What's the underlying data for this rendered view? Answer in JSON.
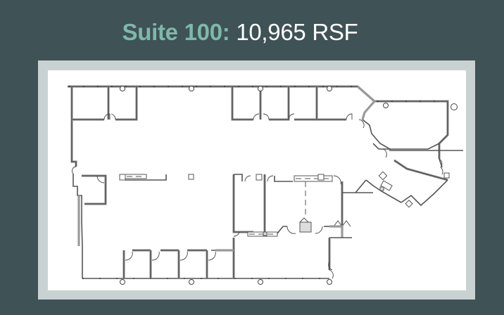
{
  "heading": {
    "suite_label": "Suite 100:",
    "area_label": "10,965 RSF"
  },
  "floor_plan": {
    "description": "Floor plan drawing of Suite 100",
    "colors": {
      "page_background": "#3f5256",
      "suite_label": "#7fb8aa",
      "area_label": "#ffffff",
      "frame": "#c9d2d3",
      "sheet": "#ffffff",
      "walls": "#555555"
    }
  }
}
